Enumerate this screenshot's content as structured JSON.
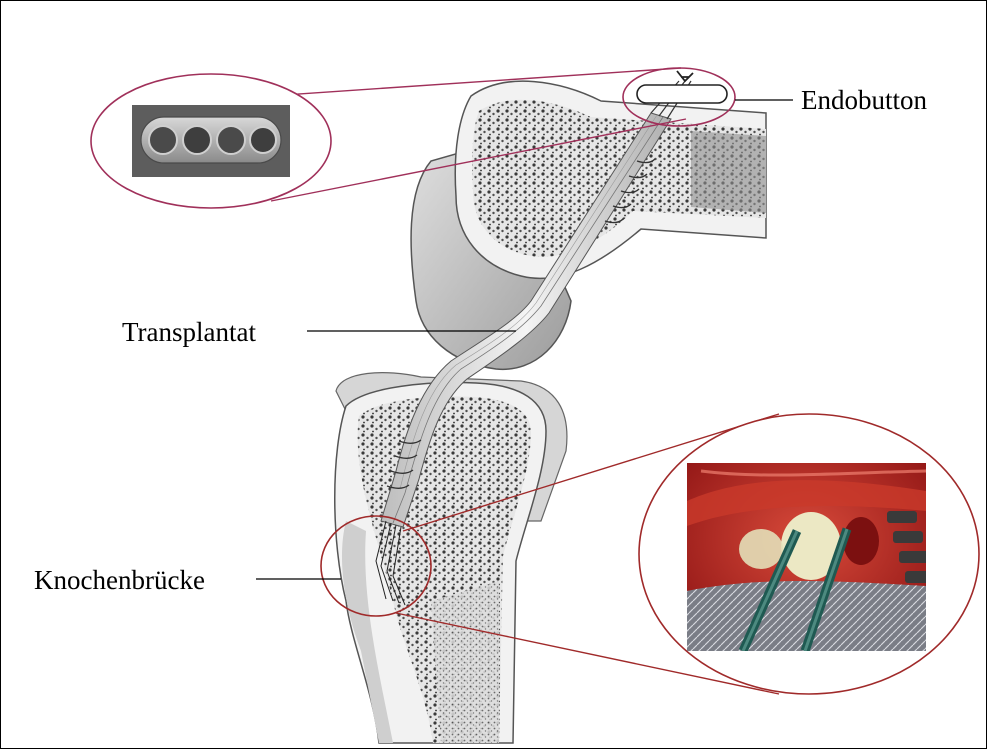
{
  "labels": {
    "endobutton": "Endobutton",
    "transplantat": "Transplantat",
    "knochenbruecke": "Knochenbrücke"
  },
  "colors": {
    "callout_ellipse": "#a0305a",
    "callout_line_top": "#a0305a",
    "callout_ellipse_bottom": "#a02a2a",
    "leader_line": "#000000",
    "bone_cortex": "#f2f2f2",
    "bone_outline": "#555555",
    "spongiosa_dot": "#3a3a3a",
    "graft": "#d8d8d8",
    "surgical_tissue": "#b81d1d",
    "surgical_bone": "#e8e6c8",
    "metal_plate": "#9a9a9a"
  },
  "icons": {
    "endobutton_photo": "metal-plate-four-holes",
    "surgical_photo": "intraoperative-tunnel-photo",
    "knee_illustration": "knee-joint-cross-section"
  }
}
